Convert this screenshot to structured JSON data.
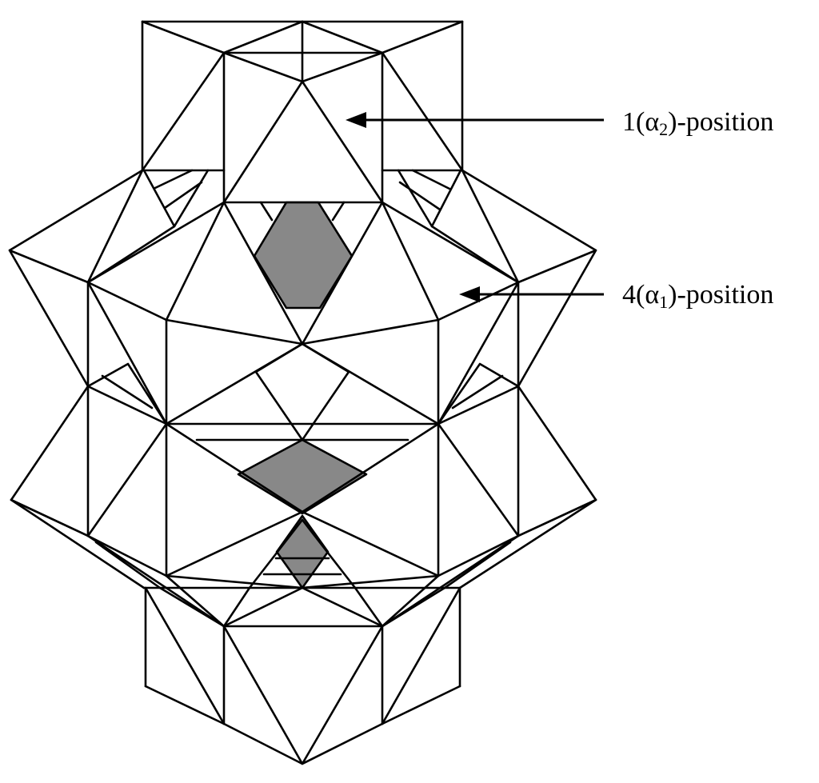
{
  "labels": [
    {
      "id": "alpha2",
      "prefix": "1(",
      "greek": "α",
      "subscript": "2",
      "suffix": ")-position"
    },
    {
      "id": "alpha1",
      "prefix": "4(",
      "greek": "α",
      "subscript": "1",
      "suffix": ")-position"
    }
  ],
  "colors": {
    "line": "#000000",
    "shade": "#888888",
    "background": "#ffffff"
  }
}
